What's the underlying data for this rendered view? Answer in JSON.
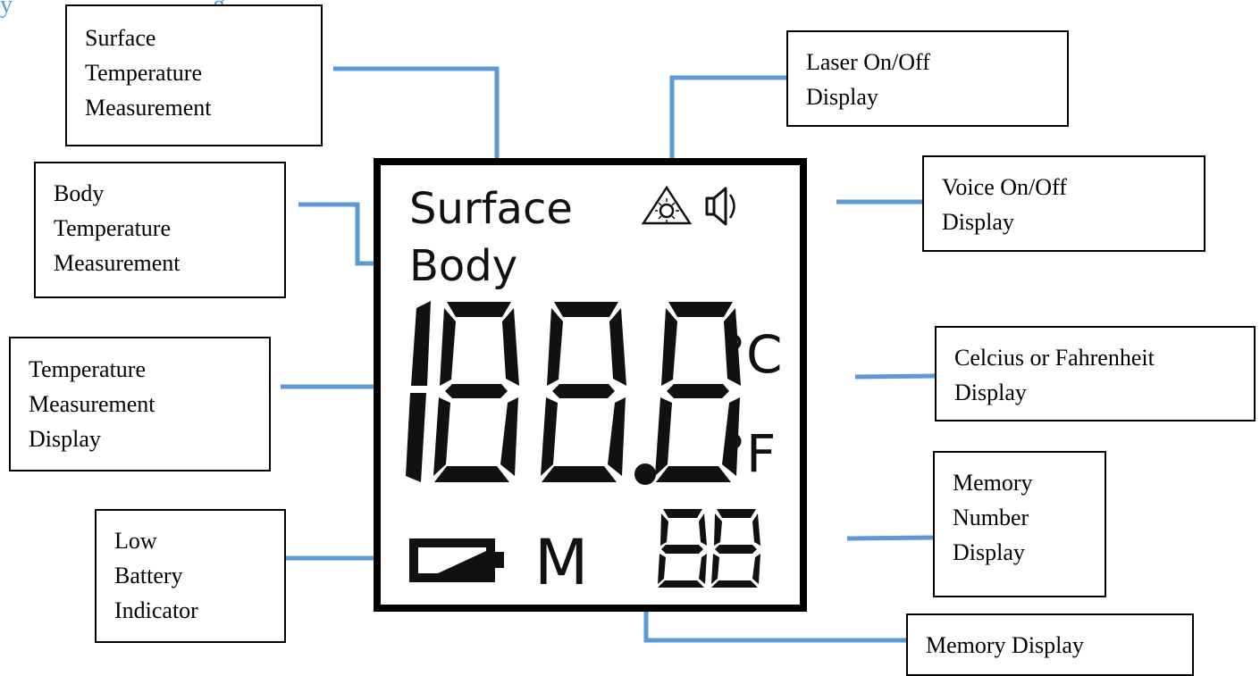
{
  "title_fragment": "y                                g",
  "lcd": {
    "surface_label": "Surface",
    "body_label": "Body",
    "main_digits": "188.8",
    "celsius_label": "°C",
    "fahrenheit_label": "°F",
    "memory_label": "M",
    "memory_digits": "88",
    "laser_icon": "laser-warning-triangle-icon",
    "speaker_icon": "speaker-icon",
    "battery_icon": "battery-icon"
  },
  "callouts": {
    "surface_temp": [
      "Surface",
      "Temperature",
      "Measurement"
    ],
    "body_temp": [
      "Body",
      "Temperature",
      "Measurement"
    ],
    "temp_display": [
      "Temperature",
      "Measurement",
      "Display"
    ],
    "low_battery": [
      "Low",
      "Battery",
      "Indicator"
    ],
    "laser": [
      "Laser On/Off",
      "Display"
    ],
    "voice": [
      "Voice On/Off",
      "Display"
    ],
    "unit": [
      "Celcius or Fahrenheit",
      "Display"
    ],
    "memory_number": [
      "Memory",
      "Number",
      "Display"
    ],
    "memory_display": [
      "Memory Display"
    ]
  },
  "colors": {
    "leader_line": "#5b9bd5",
    "lcd_border": "#000000",
    "title": "#5b9bd5"
  }
}
